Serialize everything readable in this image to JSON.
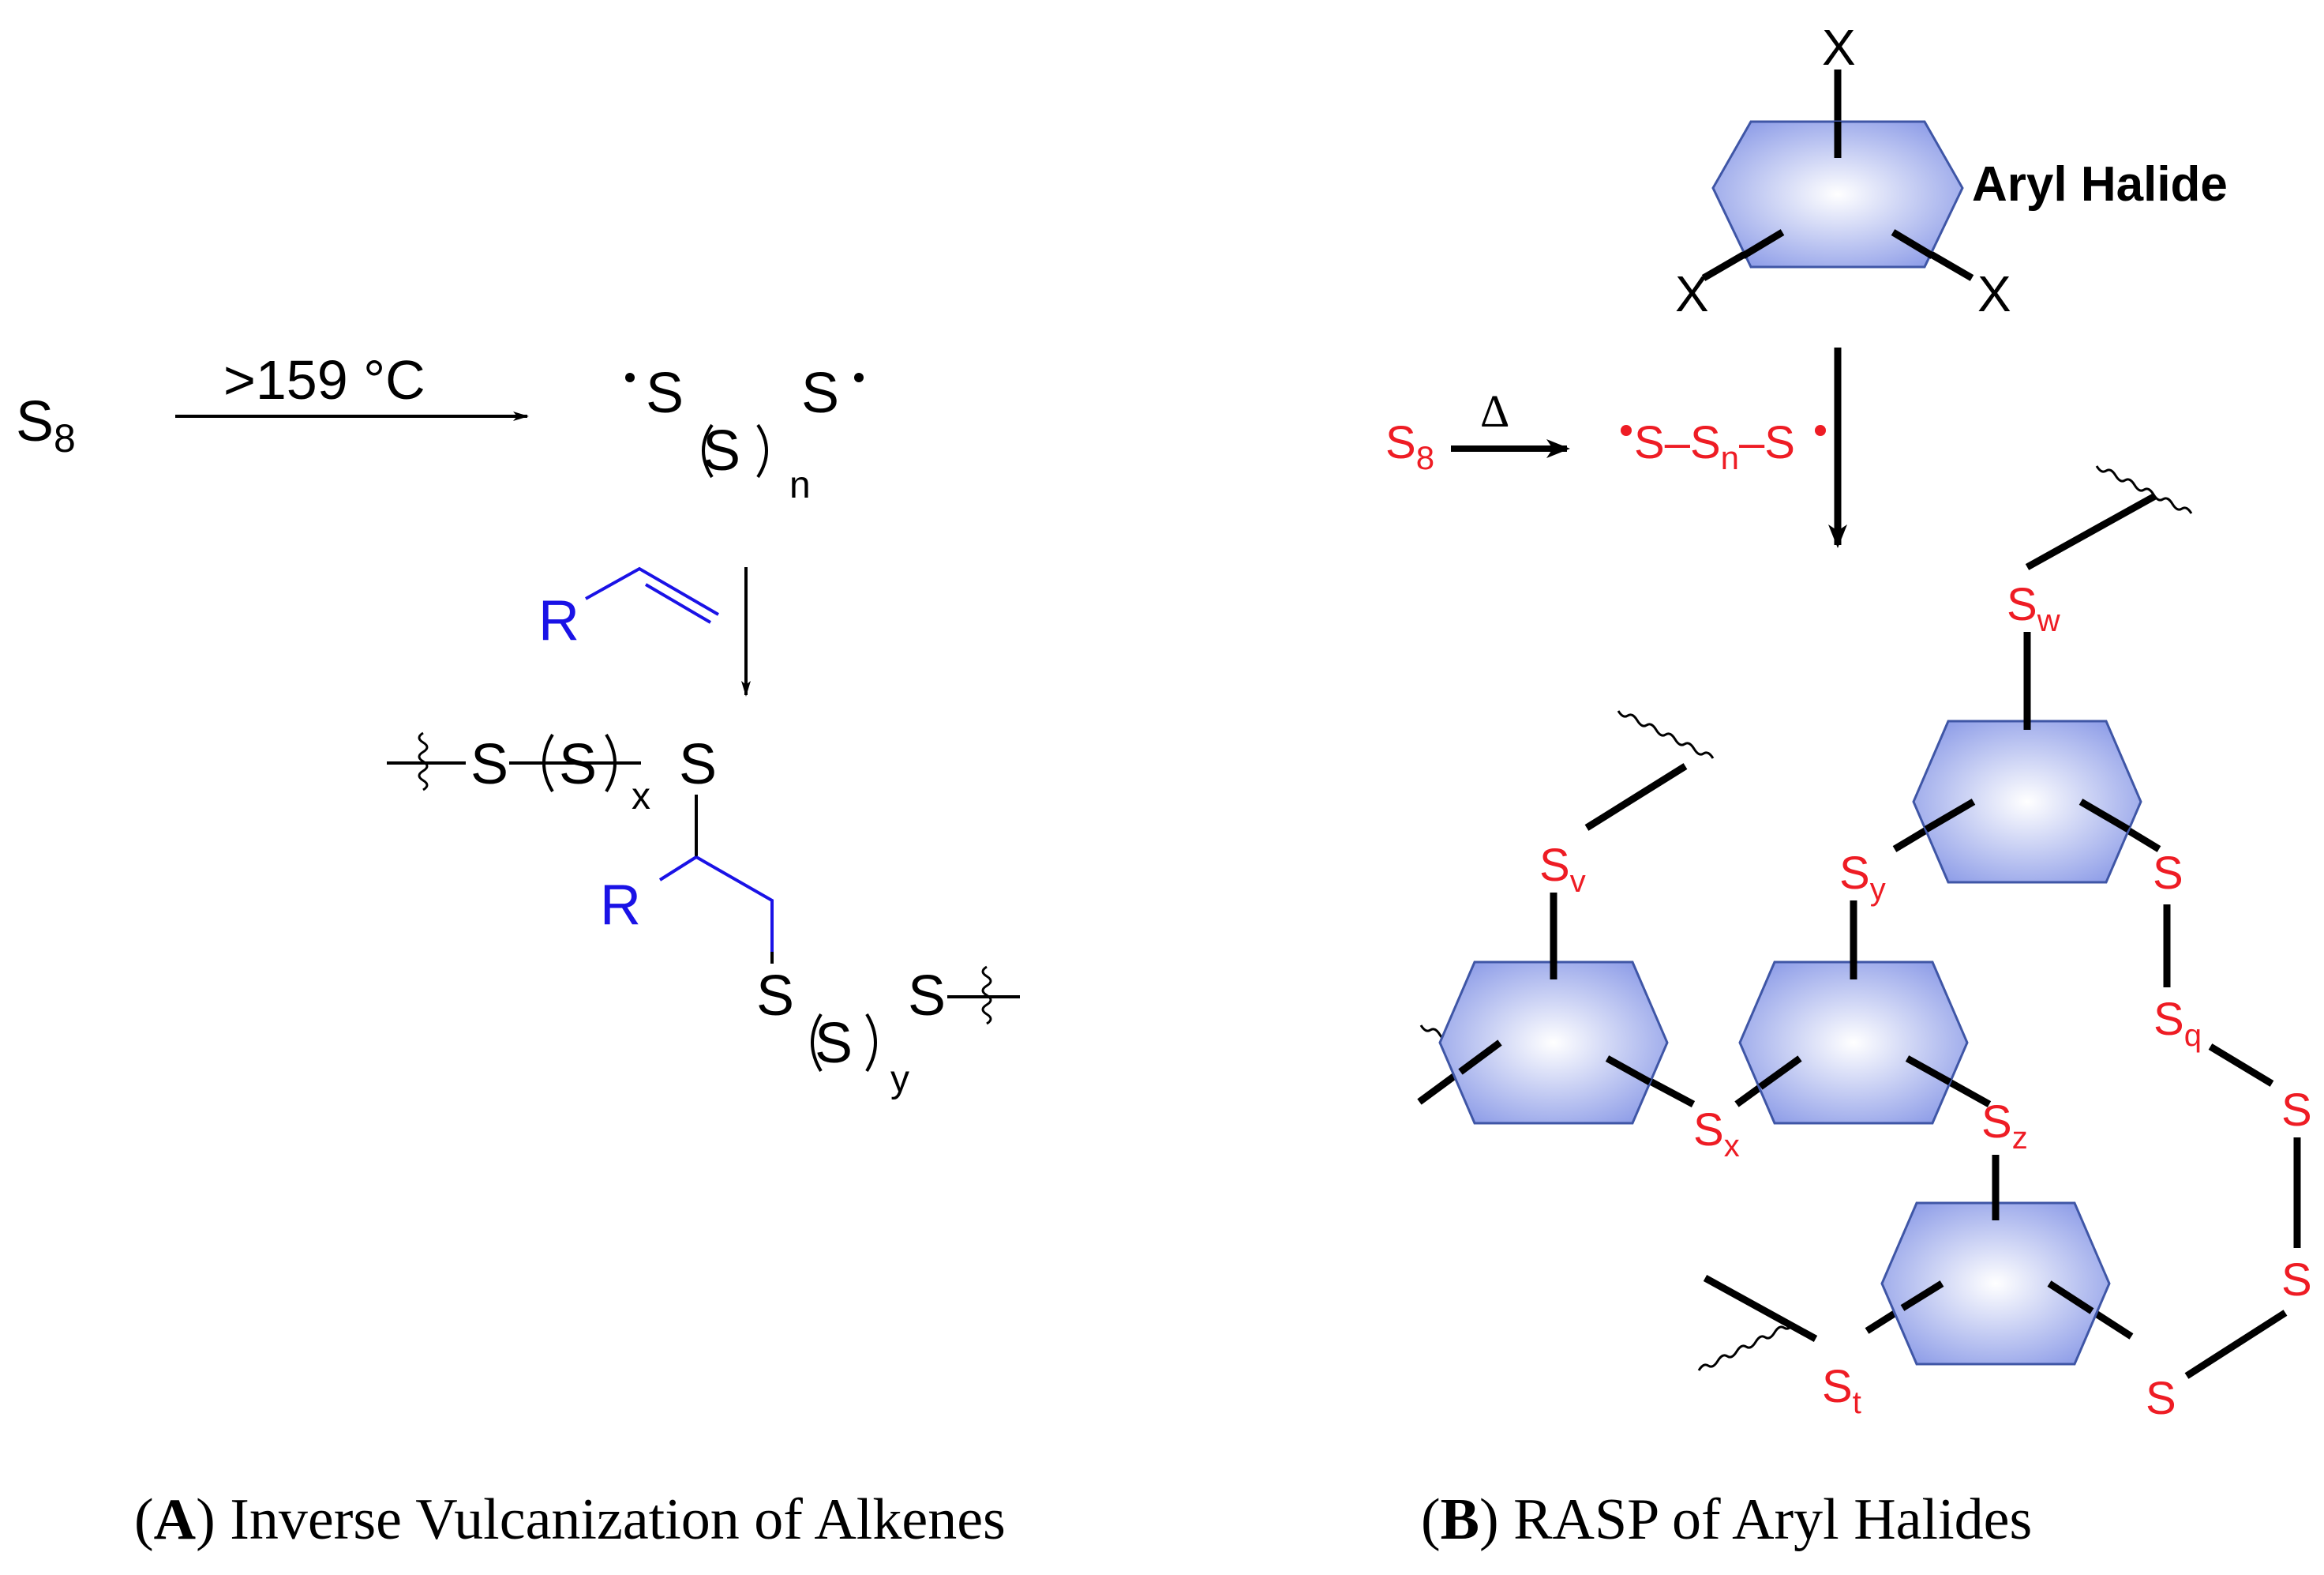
{
  "colors": {
    "black": "#000000",
    "red": "#ee1c24",
    "blue": "#1a12e6",
    "ring_edge": "#3f56a6",
    "ring_fill_center": "#ffffff",
    "ring_fill_edge": "#8f9ee8"
  },
  "panel_a": {
    "reactant": "S",
    "reactant_sub": "8",
    "condition": ">159 °C",
    "diradical": {
      "s_left": "S",
      "s_paren": "S",
      "n": "n",
      "s_right": "S"
    },
    "alkene_r": "R",
    "polymer": {
      "s1": "S",
      "s2": "S",
      "x": "x",
      "s3": "S",
      "r": "R",
      "s4": "S",
      "s5": "S",
      "y": "y",
      "s6": "S"
    },
    "caption": {
      "open": "(",
      "letter": "A",
      "rest": ") Inverse Vulcanization of Alkenes"
    }
  },
  "panel_b": {
    "halide_x": [
      "X",
      "X",
      "X"
    ],
    "halide_label": "Aryl Halide",
    "reactant": "S",
    "reactant_sub": "8",
    "heat": "Δ",
    "diradical": {
      "s_left": "S",
      "dash1": "–",
      "s_mid": "S",
      "n": "n",
      "dash2": "–",
      "s_right": "S"
    },
    "network": {
      "sw": "w",
      "sv": "v",
      "sy": "y",
      "sx": "x",
      "sz": "z",
      "sq": "q",
      "st": "t",
      "s_letter": "S",
      "s_chain": [
        "S",
        "S",
        "S",
        "S",
        "S"
      ]
    },
    "caption": {
      "open": "(",
      "letter": "B",
      "rest": ") RASP of Aryl Halides"
    }
  }
}
